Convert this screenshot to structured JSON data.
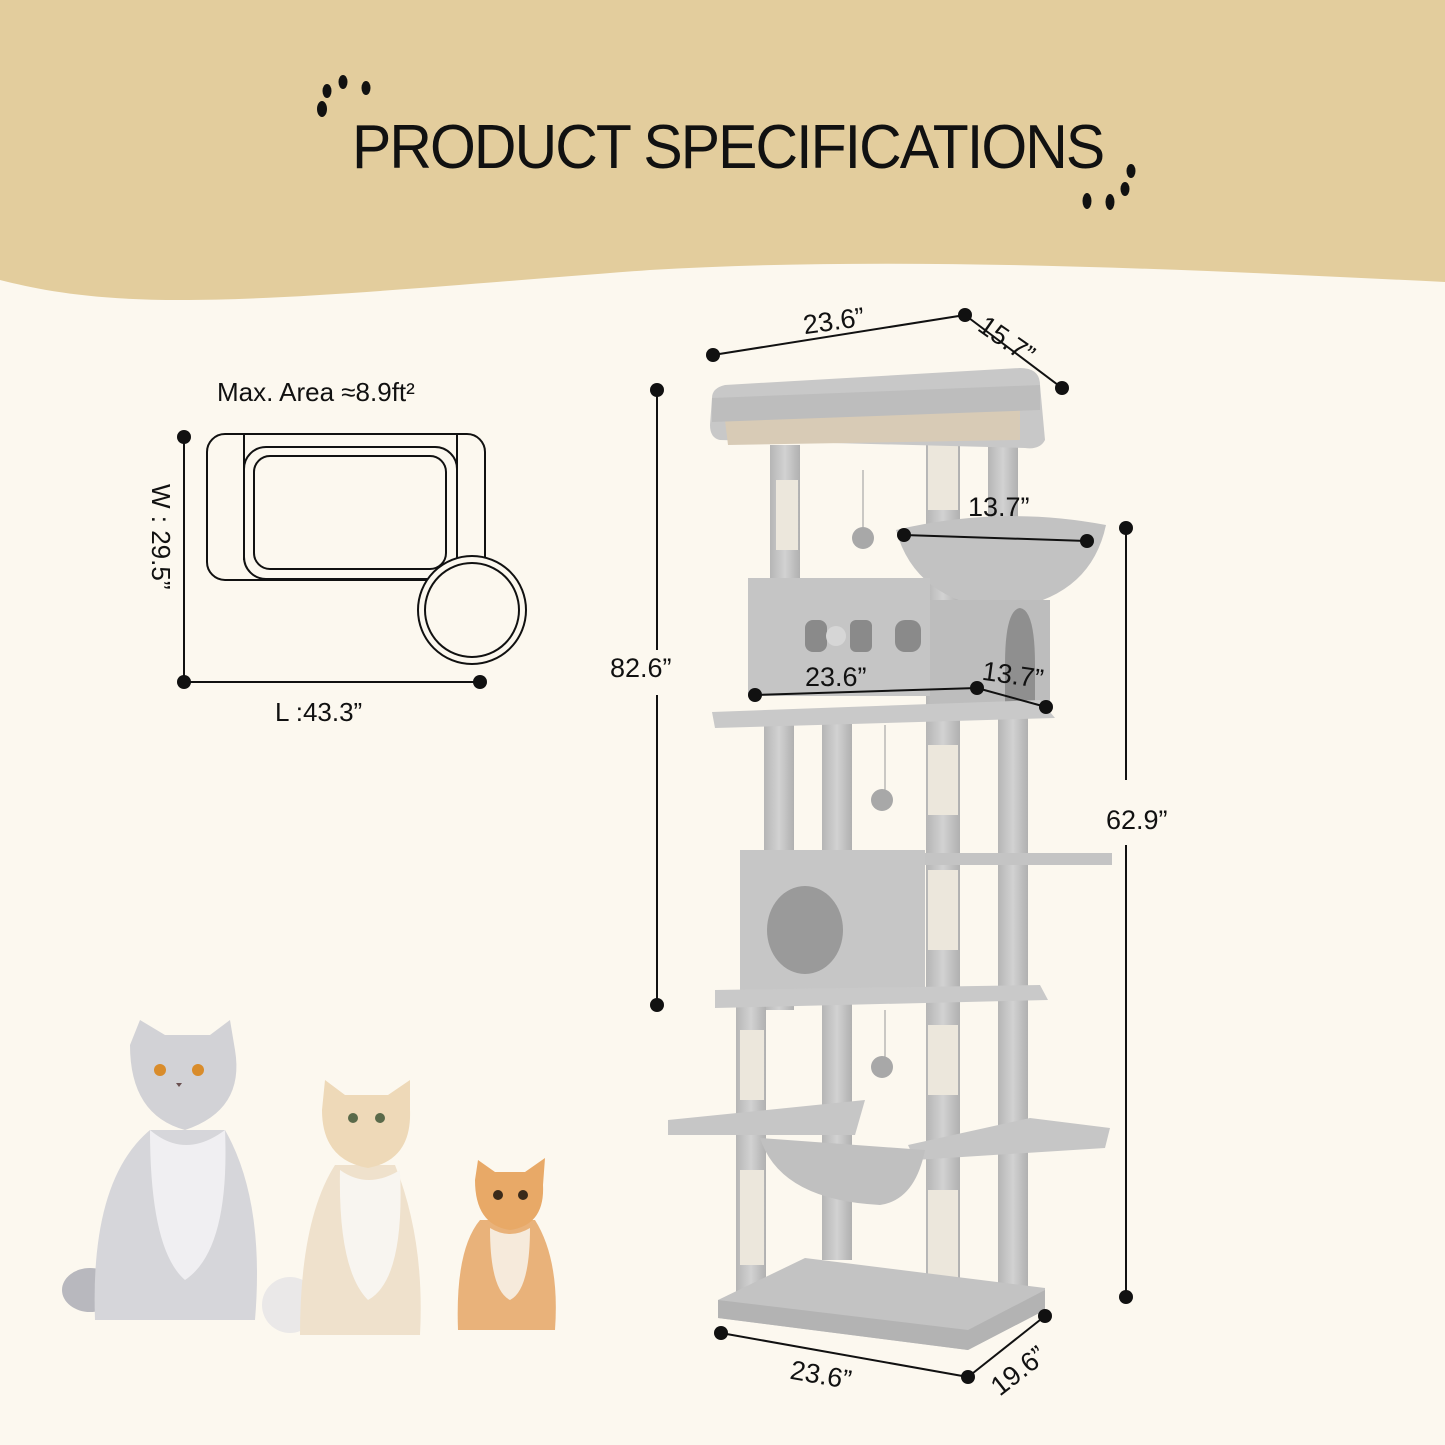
{
  "header": {
    "title": "PRODUCT SPECIFICATIONS",
    "decoration": "paw-prints-icon"
  },
  "colors": {
    "banner": "#e3cd9d",
    "background": "#fcf8ef",
    "tree_gray": "#c6c6c6",
    "sisal": "#ece7dc",
    "text": "#111111"
  },
  "footprint": {
    "title": "Max. Area ≈8.9ft²",
    "width_label": "W : 29.5”",
    "length_label": "L :43.3”"
  },
  "tree_dimensions": {
    "top_width": "23.6”",
    "top_depth": "15.7”",
    "basket_diameter": "13.7”",
    "condo_width": "23.6”",
    "condo_depth": "13.7”",
    "total_height": "82.6”",
    "platform_height": "62.9”",
    "base_width": "23.6”",
    "base_depth": "19.6”"
  },
  "cats": [
    {
      "name": "gray-adult-cat"
    },
    {
      "name": "cream-adult-cat"
    },
    {
      "name": "orange-kitten"
    }
  ]
}
